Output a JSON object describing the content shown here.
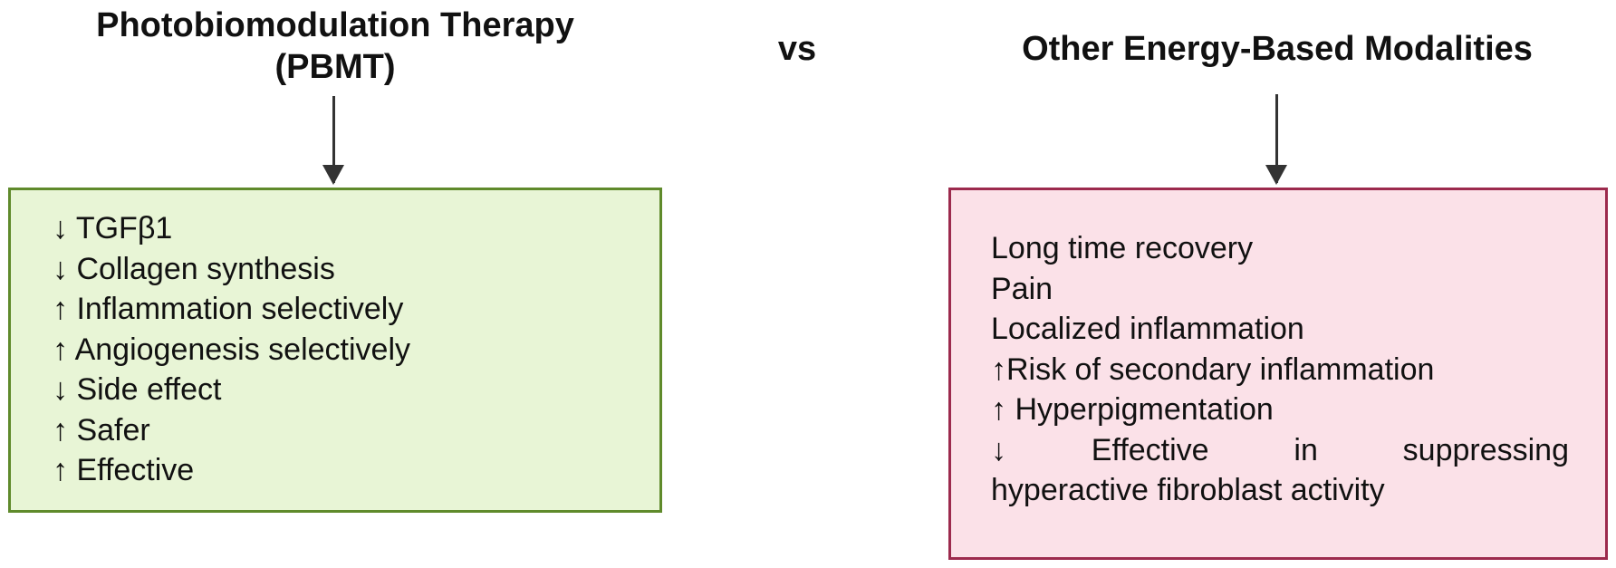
{
  "left": {
    "title": "Photobiomodulation Therapy (PBMT)",
    "items": [
      "↓ TGFβ1",
      "↓ Collagen synthesis",
      "↑ Inflammation selectively",
      "↑ Angiogenesis selectively",
      "↓ Side effect",
      "↑ Safer",
      "↑ Effective"
    ],
    "box_fill": "#e8f5d6",
    "box_border": "#5f8a2b"
  },
  "vs_label": "vs",
  "right": {
    "title": "Other Energy-Based Modalities",
    "items": [
      "Long time recovery",
      "Pain",
      "Localized inflammation",
      "↑Risk of secondary inflammation",
      "↑ Hyperpigmentation",
      "↓ Effective in suppressing",
      "hyperactive fibroblast activity"
    ],
    "box_fill": "#fbe1e8",
    "box_border": "#9c2a4d"
  }
}
